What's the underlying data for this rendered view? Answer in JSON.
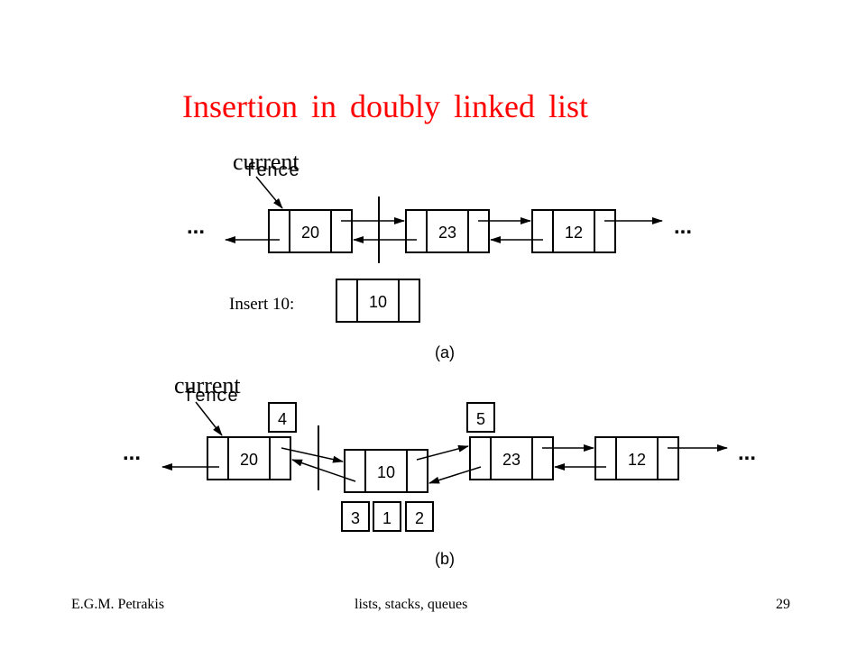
{
  "title": "Insertion in doubly linked list",
  "footer": {
    "author": "E.G.M. Petrakis",
    "topic": "lists, stacks, queues",
    "page": "29"
  },
  "diagram_a": {
    "caption": "(a)",
    "pointer_label": "current",
    "pointer_label_under": "fence",
    "ellipsis": "...",
    "nodes": [
      "20",
      "23",
      "12"
    ],
    "insert_label": "Insert 10:",
    "insert_value": "10"
  },
  "diagram_b": {
    "caption": "(b)",
    "pointer_label": "current",
    "pointer_label_under": "fence",
    "ellipsis": "...",
    "nodes": [
      "20",
      "10",
      "23",
      "12"
    ],
    "step_labels": {
      "s4": "4",
      "s5": "5",
      "s3": "3",
      "s1": "1",
      "s2": "2"
    }
  }
}
